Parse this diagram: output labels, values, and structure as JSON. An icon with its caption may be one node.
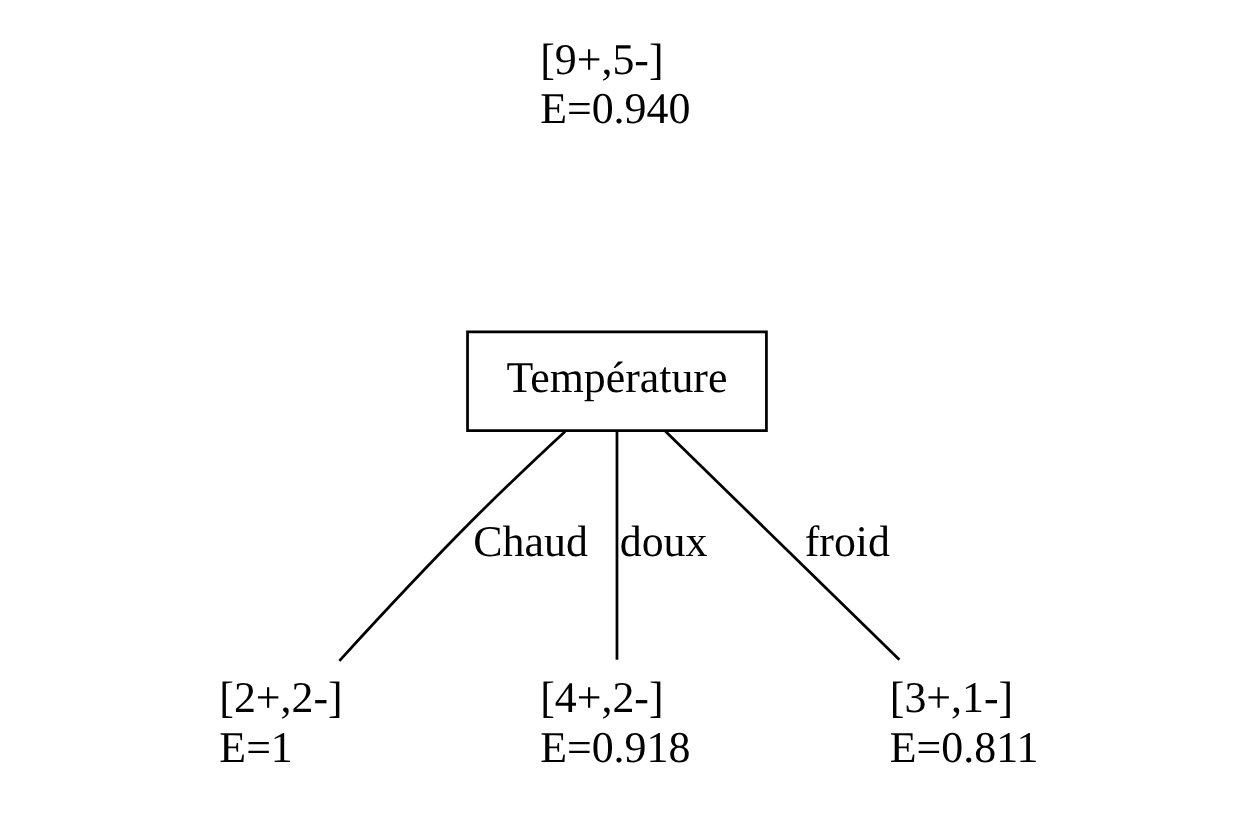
{
  "diagram": {
    "nodes": [
      {
        "text": [
          "Température"
        ],
        "beside": [
          "[9+,5-]",
          "E=0.940"
        ]
      },
      {
        "text": [
          "[2+,2-]",
          "E=1"
        ]
      },
      {
        "text": [
          "[4+,2-]",
          "E=0.918"
        ]
      },
      {
        "text": [
          "[3+,1-]",
          "E=0.811"
        ]
      }
    ],
    "edges": [
      {
        "from": 0,
        "to": 1,
        "arrow": "none",
        "label": "Chaud"
      },
      {
        "from": 0,
        "to": 2,
        "arrow": "none",
        "label": "doux"
      },
      {
        "from": 0,
        "to": 3,
        "arrow": "none",
        "label": "froid"
      }
    ]
  }
}
